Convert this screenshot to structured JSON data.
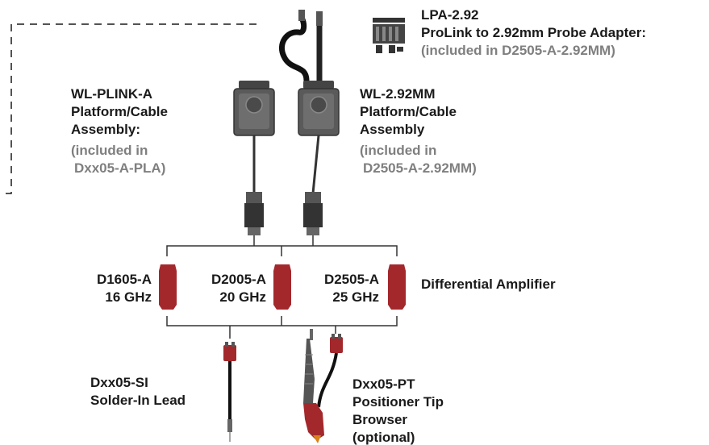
{
  "colors": {
    "text": "#1a1a1a",
    "note": "#7f7f7f",
    "amplifier": "#a3282c",
    "module": "#555555",
    "line": "#333333"
  },
  "lpa": {
    "title": "LPA-2.92",
    "subtitle": "ProLink to 2.92mm Probe Adapter:",
    "note": "(included in D2505-A-2.92MM)"
  },
  "wl_plink": {
    "line1": "WL-PLINK-A",
    "line2": "Platform/Cable",
    "line3": "Assembly:",
    "note1": "(included in",
    "note2": "Dxx05-A-PLA)"
  },
  "wl_292": {
    "line1": "WL-2.92MM",
    "line2": "Platform/Cable",
    "line3": "Assembly",
    "note1": "(included in",
    "note2": "D2505-A-2.92MM)"
  },
  "amplifiers": [
    {
      "model": "D1605-A",
      "bandwidth": "16 GHz"
    },
    {
      "model": "D2005-A",
      "bandwidth": "20 GHz"
    },
    {
      "model": "D2505-A",
      "bandwidth": "25 GHz"
    }
  ],
  "amplifier_label": "Differential Amplifier",
  "solder_in": {
    "line1": "Dxx05-SI",
    "line2": "Solder-In Lead"
  },
  "positioner": {
    "line1": "Dxx05-PT",
    "line2": "Positioner Tip",
    "line3": "Browser",
    "line4": "(optional)"
  }
}
